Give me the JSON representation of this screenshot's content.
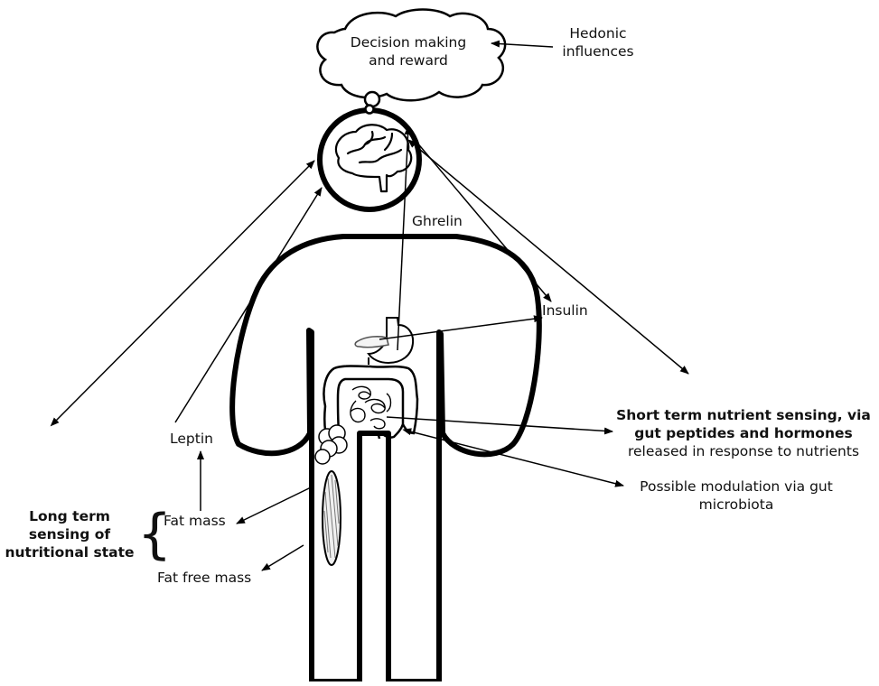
{
  "labels": {
    "decision": [
      "Decision making",
      "and reward"
    ],
    "hedonic": [
      "Hedonic",
      "influences"
    ],
    "ghrelin": "Ghrelin",
    "insulin": "Insulin",
    "leptin": "Leptin",
    "fat_mass": "Fat mass",
    "fat_free_mass": "Fat free mass",
    "long_term": [
      "Long term",
      "sensing of",
      "nutritional state"
    ],
    "short_term": [
      "Short term nutrient sensing, via",
      "gut peptides and hormones",
      "released in response to nutrients"
    ],
    "microbiota": [
      "Possible modulation via gut",
      "microbiota"
    ]
  },
  "icons": [
    "brain-icon",
    "stomach-icon",
    "pancreas-icon",
    "intestine-icon",
    "fat-cells-icon",
    "muscle-icon",
    "thought-cloud-icon"
  ]
}
